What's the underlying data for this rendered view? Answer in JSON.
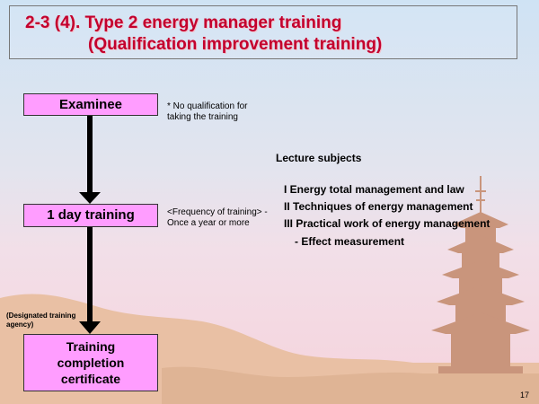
{
  "title": {
    "line1": "2-3 (4). Type 2 energy manager training",
    "line2": "(Qualification improvement training)"
  },
  "flow": {
    "step1": "Examinee",
    "step2": "1 day training",
    "step3_lines": [
      "Training",
      "completion",
      "certificate"
    ]
  },
  "notes": {
    "qualification": "* No qualification for taking the training",
    "frequency": "<Frequency of training> - Once a year or more",
    "agency": "(Designated training agency)"
  },
  "lecture": {
    "heading": "Lecture subjects",
    "items": [
      "I Energy total management and law",
      "II Techniques of energy management",
      "III Practical work of energy management",
      "- Effect measurement"
    ]
  },
  "page_number": "17",
  "colors": {
    "title": "#c3002d",
    "box_fill": "#ff9dff",
    "arrow": "#000000",
    "hills": "#e8bfa0",
    "pagoda": "#c9957c"
  }
}
